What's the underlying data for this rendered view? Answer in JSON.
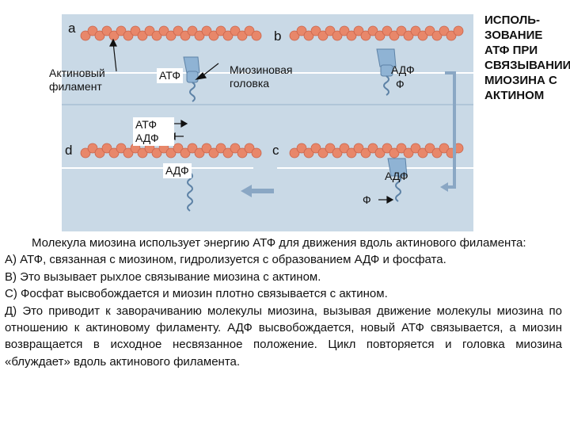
{
  "figure": {
    "panel_labels": {
      "a": "a",
      "b": "b",
      "c": "c",
      "d": "d"
    },
    "actin_label_line1": "Актиновый",
    "actin_label_line2": "филамент",
    "myosin_label_line1": "Миозиновая",
    "myosin_label_line2": "головка",
    "atp_b": "АТФ",
    "atp_d": "АТФ",
    "adp_d": "АДФ",
    "adp_c_left": "АДФ",
    "adp_b": "АДФ",
    "phosphate_b": "Ф",
    "adp_c": "АДФ",
    "phosphate_c": "Ф",
    "title": "ИСПОЛЬ-ЗОВАНИЕ АТФ ПРИ СВЯЗЫВАНИИ МИОЗИНА С АКТИНОМ",
    "colors": {
      "panel": "#c9d9e6",
      "actin": "#e8876a",
      "actin_dark": "#c9634a",
      "myosin": "#8fb3d4",
      "arrow": "#8aa7c4"
    }
  },
  "caption": {
    "intro": "Молекула миозина использует энергию АТФ для движения вдоль актинового филамента:",
    "a": "А) АТФ, связанная с миозином, гидролизуется с образованием АДФ и фосфата.",
    "b": "В) Это вызывает рыхлое связывание миозина с актином.",
    "c": "С) Фосфат высвобождается и миозин плотно связывается с актином.",
    "d": "Д) Это приводит к заворачиванию молекулы миозина, вызывая движение молекулы миозина по отношению к актиновому филаменту. АДФ высвобождается, новый АТФ связывается, а миозин возвращается в исходное несвязанное положение. Цикл повторяется и головка миозина «блуждает» вдоль актинового филамента."
  }
}
